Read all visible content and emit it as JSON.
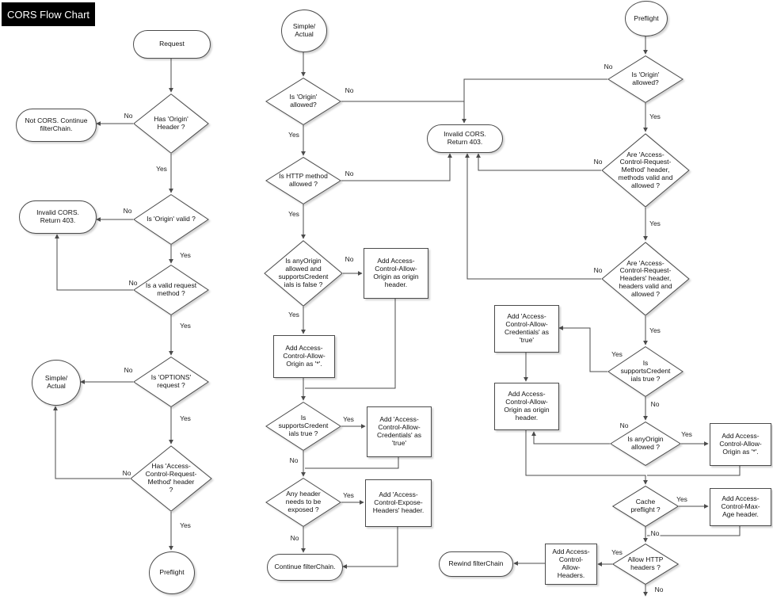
{
  "title": "CORS Flow Chart",
  "edge_labels": {
    "yes": "Yes",
    "no": "No"
  },
  "nodes": {
    "request": "Request",
    "has_origin_header": "Has 'Origin'\nHeader ?",
    "not_cors": "Not CORS. Continue\nfilterChain.",
    "is_origin_valid": "Is 'Origin' valid ?",
    "invalid_cors_left": "Invalid CORS.\nReturn 403.",
    "is_valid_request_method": "Is a valid request\nmethod ?",
    "is_options_request": "Is 'OPTIONS'\nrequest ?",
    "simple_actual_left": "Simple/\nActual",
    "has_acrm_header": "Has 'Access-\nControl-Request-\nMethod' header\n?",
    "preflight_left": "Preflight",
    "simple_actual_mid": "Simple/\nActual",
    "is_origin_allowed_mid": "Is 'Origin'\nallowed?",
    "is_http_method_allowed": "Is HTTP method\nallowed ?",
    "is_anyorigin_and_credentials_false": "Is anyOrigin\nallowed and\nsupportsCredent\nials is false ?",
    "add_acao_origin_mid": "Add Access-\nControl-Allow-\nOrigin as origin\nheader.",
    "add_acao_star_mid": "Add Access-\nControl-Allow-\nOrigin as '*'.",
    "is_supports_credentials_mid": "Is\nsupportsCredent\nials true ?",
    "add_acac_true_mid": "Add 'Access-\nControl-Allow-\nCredentials' as\n'true'",
    "any_header_exposed": "Any header\nneeds to be\nexposed ?",
    "add_expose_headers": "Add 'Access-\nControl-Expose-\nHeaders' header.",
    "continue_filterchain": "Continue filterChain.",
    "invalid_cors_mid": "Invalid CORS.\nReturn 403.",
    "preflight_right": "Preflight",
    "is_origin_allowed_right": "Is 'Origin'\nallowed?",
    "are_acrm_valid": "Are 'Access-\nControl-Request-\nMethod' header,\nmethods valid and\nallowed ?",
    "are_acrh_valid": "Are 'Access-\nControl-Request-\nHeaders' header,\nheaders valid and\nallowed ?",
    "is_supports_credentials_right": "Is\nsupportsCredent\nials true ?",
    "add_acac_true_right": "Add 'Access-\nControl-Allow-\nCredentials' as\n'true'",
    "add_acao_origin_right": "Add Access-\nControl-Allow-\nOrigin as origin\nheader.",
    "is_anyorigin_allowed": "Is anyOrigin\nallowed ?",
    "add_acao_star_right": "Add Access-\nControl-Allow-\nOrigin as '*'.",
    "cache_preflight": "Cache\npreflight ?",
    "add_max_age": "Add Access-\nControl-Max-\nAge header.",
    "allow_http_headers": "Allow HTTP\nheaders ?",
    "add_allow_headers": "Add Access-\nControl-\nAllow-\nHeaders.",
    "rewind_filterchain": "Rewind filterChain"
  }
}
